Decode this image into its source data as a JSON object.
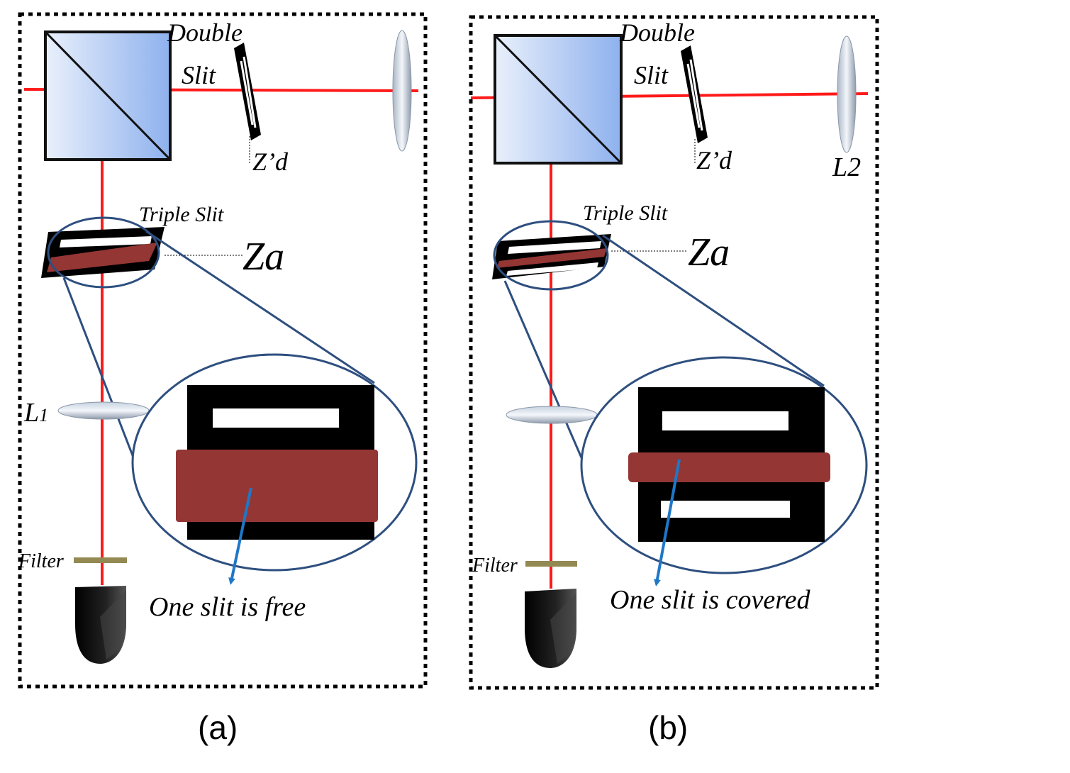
{
  "colors": {
    "beam": "#ff1a1a",
    "cover": "#943634",
    "circle": "#2e4f7f",
    "arrow": "#1f77c8",
    "filter": "#938953",
    "frame": "#000000"
  },
  "panel_a": {
    "double_label": "Double",
    "slit_label": "Slit",
    "zd_label": "Z’d",
    "triple_label": "Triple Slit",
    "za_label": "Za",
    "l1_label": "L",
    "l1_sub": "1",
    "filter_label": "Filter",
    "note": "One slit is free",
    "caption": "(a)"
  },
  "panel_b": {
    "double_label": "Double",
    "slit_label": "Slit",
    "zd_label": "Z’d",
    "l2_label": "L2",
    "triple_label": "Triple Slit",
    "za_label": "Za",
    "filter_label": "Filter",
    "note": "One slit is covered",
    "caption": "(b)"
  }
}
